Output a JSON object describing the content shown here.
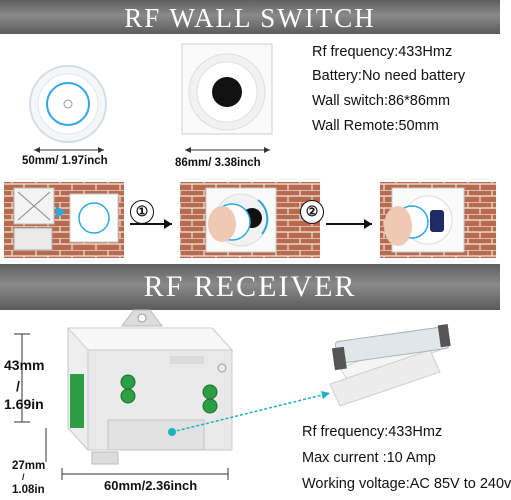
{
  "banners": {
    "top": "RF WALL SWITCH",
    "middle": "RF RECEIVER"
  },
  "switch_specs": [
    "Rf frequency:433Hmz",
    "Battery:No need battery",
    "Wall switch:86*86mm",
    "Wall Remote:50mm"
  ],
  "dimensions": {
    "remote": "50mm/ 1.97inch",
    "switch": "86mm/ 3.38inch",
    "receiver_height": [
      "43mm",
      "/",
      "1.69in"
    ],
    "receiver_depth": [
      "27mm",
      "/",
      "1.08in"
    ],
    "receiver_width": "60mm/2.36inch"
  },
  "steps": [
    "①",
    "②"
  ],
  "receiver_specs": [
    "Rf frequency:433Hmz",
    "Max current :10 Amp",
    "Working voltage:AC 85V to 240v"
  ],
  "colors": {
    "banner": "#6e6e6e",
    "accent_green": "#2e9e45",
    "arrow_cyan": "#1ab0c8",
    "brick": "#b5654a"
  }
}
